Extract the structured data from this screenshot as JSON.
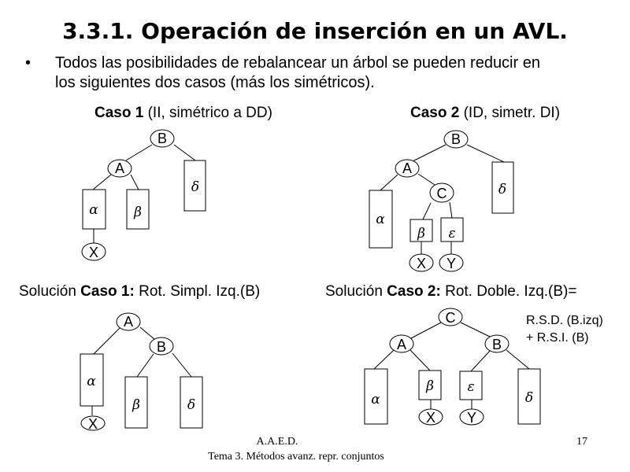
{
  "title": "3.3.1. Operación de inserción en un AVL.",
  "bullet": {
    "symbol": "•",
    "line1": "Todos las posibilidades de rebalancear un árbol se pueden reducir en",
    "line2": "los siguientes dos casos (más los simétricos)."
  },
  "case1": {
    "bold": "Caso 1",
    "rest": " (II, simétrico a DD)"
  },
  "case2": {
    "bold": "Caso 2",
    "rest": " (ID, simetr. DI)"
  },
  "sol1": {
    "pre": "Solución ",
    "bold": "Caso 1:",
    "rest": " Rot. Simpl. Izq.(B)"
  },
  "sol2": {
    "pre": "Solución ",
    "bold": "Caso 2:",
    "rest": " Rot. Doble. Izq.(B)="
  },
  "sol2_note": {
    "line1": "R.S.D. (B.izq)",
    "line2": "+ R.S.I. (B)"
  },
  "nodes": {
    "A": "A",
    "B": "B",
    "C": "C",
    "X": "X",
    "Y": "Y"
  },
  "subtrees": {
    "alpha": "α",
    "beta": "β",
    "delta": "δ",
    "epsilon": "ε"
  },
  "footer": {
    "center1": "A.A.E.D.",
    "center2": "Tema 3. Métodos avanz. repr. conjuntos",
    "page": "17"
  }
}
